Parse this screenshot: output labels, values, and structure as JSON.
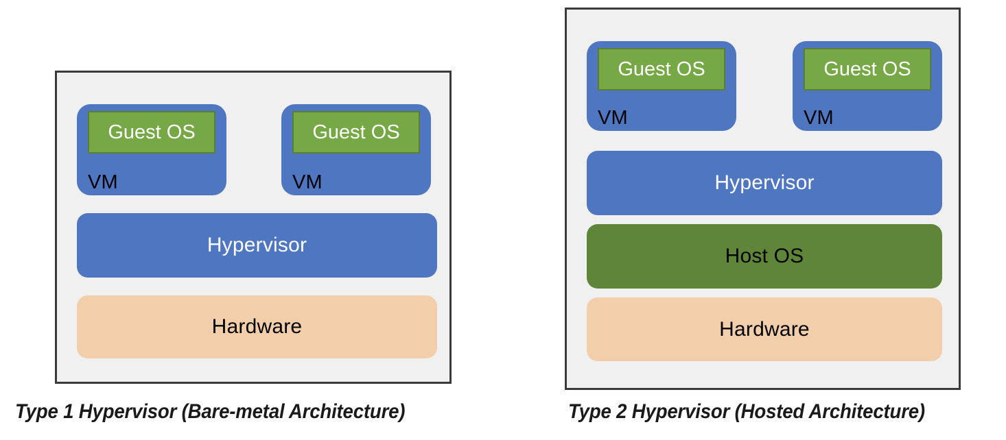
{
  "diagram": {
    "title_text_present": false,
    "palette": {
      "panel_fill": "#f0f0f0",
      "panel_border": "#3a3a3a",
      "vm_blue": "#4f76c0",
      "hypervisor_blue": "#4f76c0",
      "guest_green": "#76a946",
      "guest_green_border": "#5a7f34",
      "host_os_green": "#5e8538",
      "hardware_peach": "#f2ceab",
      "text_dark": "#000000",
      "text_light": "#ffffff"
    }
  },
  "panels": [
    {
      "id": "type1",
      "caption": "Type 1 Hypervisor (Bare-metal Architecture)",
      "vms": [
        {
          "vm_label": "VM",
          "guest_label": "Guest OS"
        },
        {
          "vm_label": "VM",
          "guest_label": "Guest OS"
        }
      ],
      "layers": [
        {
          "label": "Hypervisor",
          "kind": "hypervisor"
        },
        {
          "label": "Hardware",
          "kind": "hardware"
        }
      ]
    },
    {
      "id": "type2",
      "caption": "Type 2 Hypervisor (Hosted Architecture)",
      "vms": [
        {
          "vm_label": "VM",
          "guest_label": "Guest OS"
        },
        {
          "vm_label": "VM",
          "guest_label": "Guest OS"
        }
      ],
      "layers": [
        {
          "label": "Hypervisor",
          "kind": "hypervisor"
        },
        {
          "label": "Host OS",
          "kind": "host-os"
        },
        {
          "label": "Hardware",
          "kind": "hardware"
        }
      ]
    }
  ]
}
